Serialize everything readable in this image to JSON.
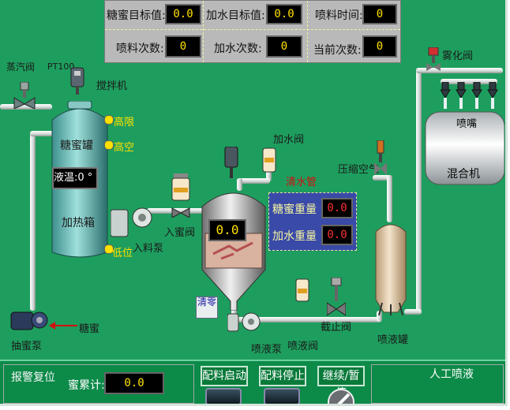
{
  "params": {
    "syrup_target_label": "糖蜜目标值:",
    "syrup_target_value": "0.0",
    "water_target_label": "加水目标值:",
    "water_target_value": "0.0",
    "spray_time_label": "喷料时间:",
    "spray_time_value": "0",
    "spray_count_label": "喷料次数:",
    "spray_count_value": "0",
    "water_count_label": "加水次数:",
    "water_count_value": "0",
    "current_count_label": "当前次数:",
    "current_count_value": "0"
  },
  "labels": {
    "steam_valve": "蒸汽阀",
    "pt100": "PT100",
    "stirrer": "搅拌机",
    "high_level": "高限",
    "high_empty": "高空",
    "syrup_tank": "糖蜜罐",
    "temp_label": "液温:",
    "temp_value": "0 °",
    "heat_tank": "加热箱",
    "low_level": "低位",
    "feed_pump": "入料泵",
    "inlet_valve": "入蜜阀",
    "water_valve": "加水阀",
    "clean_pipe": "清水管",
    "mix_value": "0.0",
    "drain": "清零",
    "pump_out": "抽蜜泵",
    "syrup_inlet": "糖蜜",
    "spray_pump": "喷液泵",
    "spray_valve": "喷液阀",
    "stop_valve": "截止阀",
    "spray_tank": "喷液罐",
    "compressed_air": "压缩空气",
    "atomize_valve": "雾化阀",
    "spray_head": "喷嘴",
    "mixer": "混合机"
  },
  "weights": {
    "syrup_weight_label": "糖蜜重量",
    "syrup_weight_value": "0.0",
    "water_weight_label": "加水重量",
    "water_weight_value": "0.0"
  },
  "bottom": {
    "alarm_reset": "报警复位",
    "syrup_total_label": "蜜累计:",
    "syrup_total_value": "0.0",
    "btn_start": "配料启动",
    "btn_stop": "配料停止",
    "btn_continue": "继续/暂停",
    "manual_label": "人工喷液"
  }
}
